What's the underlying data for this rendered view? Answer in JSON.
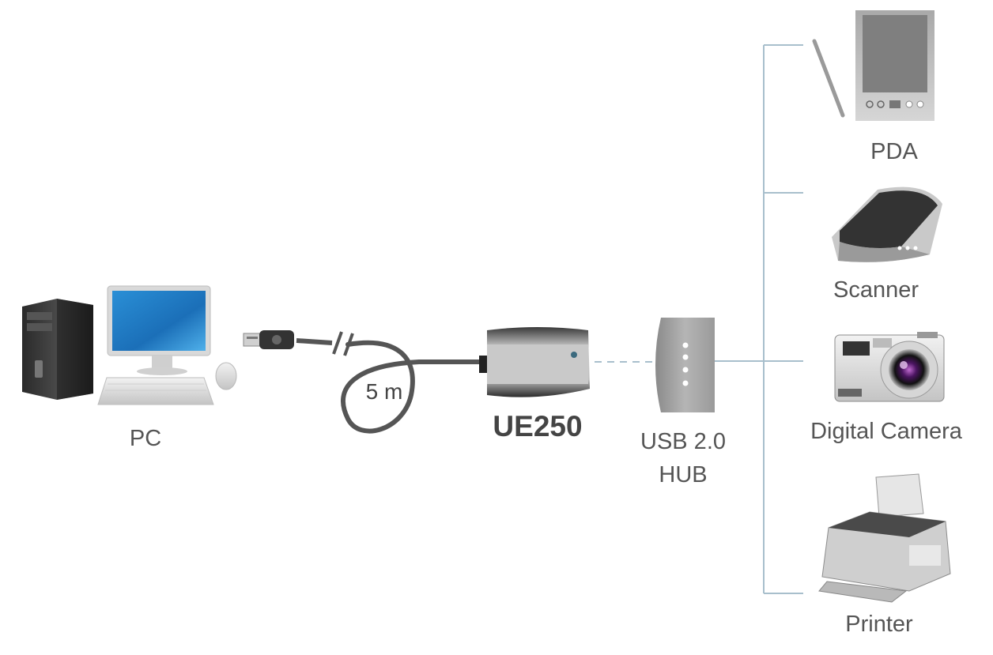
{
  "labels": {
    "pc": "PC",
    "cable_length": "5 m",
    "extender": "UE250",
    "hub_line1": "USB 2.0",
    "hub_line2": "HUB",
    "pda": "PDA",
    "scanner": "Scanner",
    "camera": "Digital Camera",
    "printer": "Printer"
  },
  "colors": {
    "connector_line": "#a8bfcc",
    "text": "#555555",
    "cable": "#555555",
    "device_body": "#c8c8c8"
  },
  "icons": [
    "pc-icon",
    "usb-cable-icon",
    "ue250-extender-icon",
    "usb-hub-icon",
    "pda-icon",
    "scanner-icon",
    "digital-camera-icon",
    "printer-icon"
  ]
}
